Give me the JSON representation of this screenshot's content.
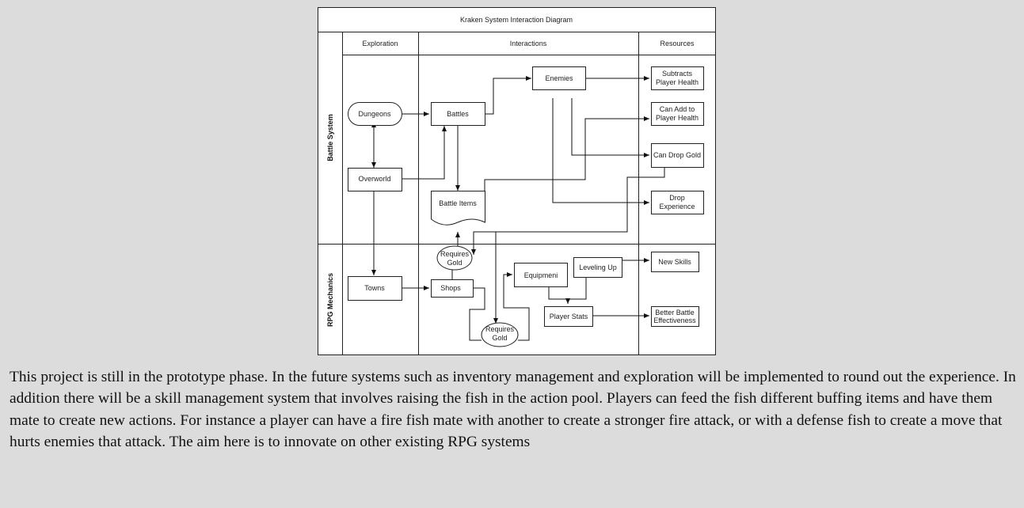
{
  "diagram": {
    "title": "Kraken System Interaction Diagram",
    "columns": [
      "Exploration",
      "Interactions",
      "Resources"
    ],
    "lanes": [
      "Battle System",
      "RPG Mechanics"
    ],
    "nodes": {
      "dungeons": "Dungeons",
      "overworld": "Overworld",
      "battles": "Battles",
      "enemies": "Enemies",
      "battle_items": "Battle Items",
      "subtracts_health": [
        "Subtracts",
        "Player Health"
      ],
      "add_health": [
        "Can Add to",
        "Player Health"
      ],
      "drop_gold": "Can Drop Gold",
      "drop_exp": [
        "Drop",
        "Experience"
      ],
      "towns": "Towns",
      "shops": "Shops",
      "requires_gold_1": [
        "Requires",
        "Gold"
      ],
      "requires_gold_2": [
        "Requires",
        "Gold"
      ],
      "equipment": "Equipmeni",
      "leveling_up": "Leveling Up",
      "player_stats": "Player Stats",
      "new_skills": "New Skills",
      "better_battle": [
        "Better Battle",
        "Effectiveness"
      ]
    }
  },
  "paragraph": "This project is still in the prototype phase. In the future systems such as inventory management and exploration will be implemented to round out the experience. In addition there will be a skill management system that involves raising the fish in the action pool. Players can feed the fish different buffing items and have them mate to create new actions. For instance a player can have a fire fish mate with another to create a stronger fire attack, or with a defense fish to create a move that hurts enemies that attack. The aim here is to innovate on other existing RPG systems"
}
